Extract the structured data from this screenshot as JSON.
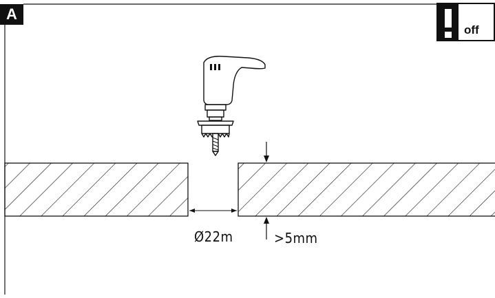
{
  "figure": {
    "panel_label": "A",
    "warning": {
      "text": "off",
      "icons": [
        "exclamation-icon",
        "unplug-icon"
      ]
    },
    "dimensions": {
      "hole_diameter": "Ø22m",
      "material_thickness": ">5mm"
    }
  }
}
